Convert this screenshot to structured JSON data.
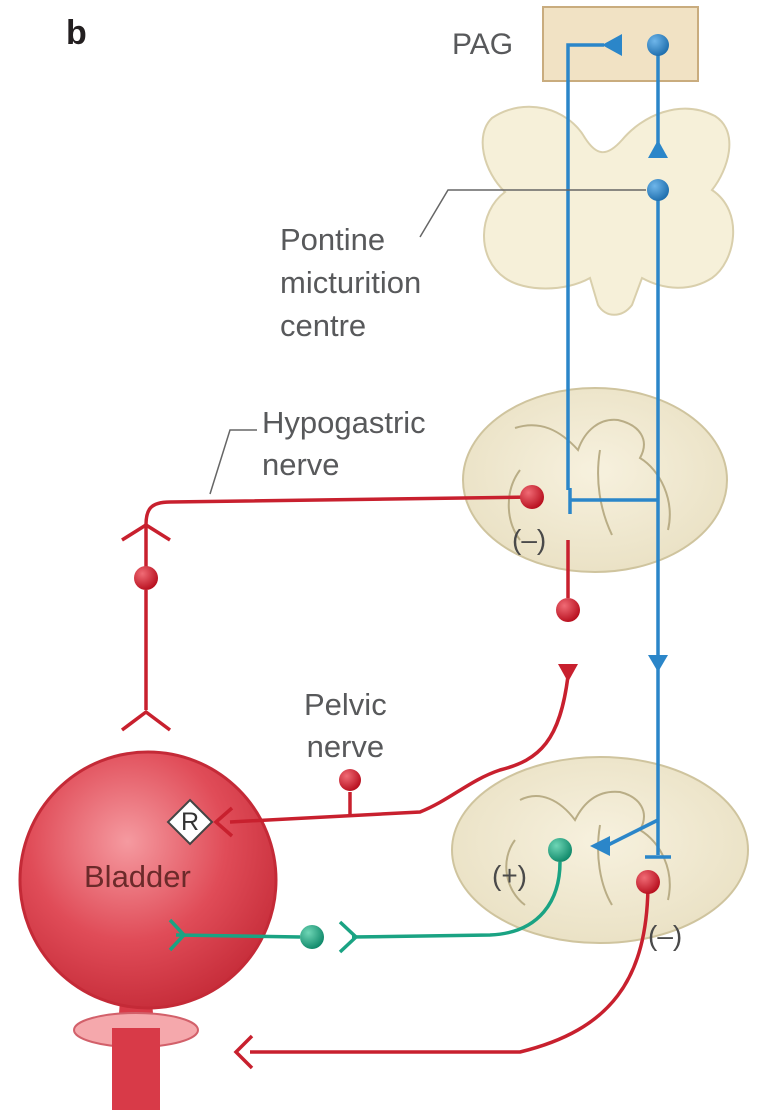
{
  "figure": {
    "panel_letter": "b",
    "labels": {
      "pag": "PAG",
      "pontine_line1": "Pontine",
      "pontine_line2": "micturition",
      "pontine_line3": "centre",
      "hypogastric_line1": "Hypogastric",
      "hypogastric_line2": "nerve",
      "pelvic_line1": "Pelvic",
      "pelvic_line2": "nerve",
      "bladder": "Bladder",
      "receptor": "R",
      "sign_inhibit_upper": "(–)",
      "sign_excite": "(+)",
      "sign_inhibit_lower": "(–)"
    },
    "colors": {
      "descending_pathway": "#2b86c9",
      "efferent_pathway": "#c8202e",
      "afferent_pathway": "#1aa383",
      "tissue": "#f6f0d9",
      "tissue_outline": "#cfc49e",
      "pag_box": "#f1e2c4",
      "bladder": "#d83a48"
    }
  }
}
